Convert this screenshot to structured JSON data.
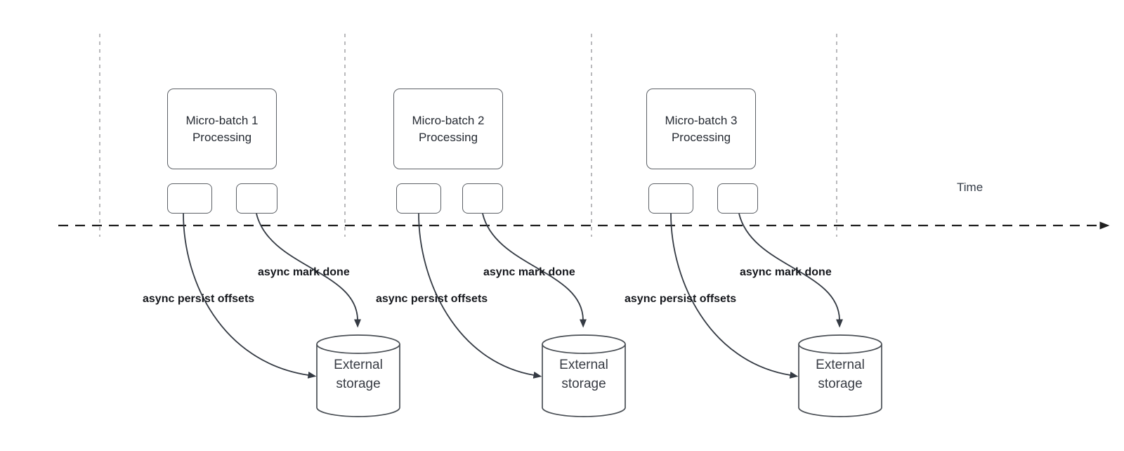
{
  "timeline": {
    "label": "Time"
  },
  "batches": [
    {
      "title": "Micro-batch 1 Processing",
      "persist_label": "async persist offsets",
      "mark_label": "async mark done",
      "storage_label": "External storage"
    },
    {
      "title": "Micro-batch 2 Processing",
      "persist_label": "async persist offsets",
      "mark_label": "async mark done",
      "storage_label": "External storage"
    },
    {
      "title": "Micro-batch 3 Processing",
      "persist_label": "async persist offsets",
      "mark_label": "async mark done",
      "storage_label": "External storage"
    }
  ],
  "colors": {
    "curve": "#343a43",
    "timeline_axis": "#1f1f1f",
    "interval_gridline": "#a8a8ac",
    "shape_border": "#5c6066",
    "cylinder_border": "#4a4f55",
    "label_text": "#16181d",
    "box_text": "#262b33"
  }
}
